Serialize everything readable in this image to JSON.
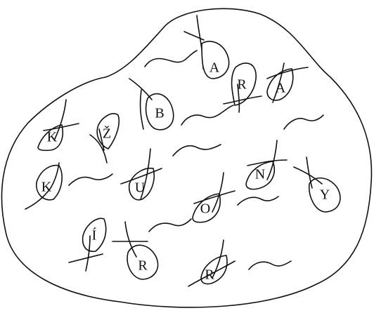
{
  "figure": {
    "letters": [
      {
        "id": "a1",
        "text": "A"
      },
      {
        "id": "r1",
        "text": "R"
      },
      {
        "id": "a2",
        "text": "A"
      },
      {
        "id": "b",
        "text": "B"
      },
      {
        "id": "k1",
        "text": "K"
      },
      {
        "id": "z",
        "text": "Ž"
      },
      {
        "id": "k2",
        "text": "K"
      },
      {
        "id": "u",
        "text": "U"
      },
      {
        "id": "n",
        "text": "N"
      },
      {
        "id": "y",
        "text": "Y"
      },
      {
        "id": "o",
        "text": "O"
      },
      {
        "id": "i",
        "text": "Í"
      },
      {
        "id": "r2",
        "text": "R"
      },
      {
        "id": "r3",
        "text": "R"
      }
    ]
  }
}
